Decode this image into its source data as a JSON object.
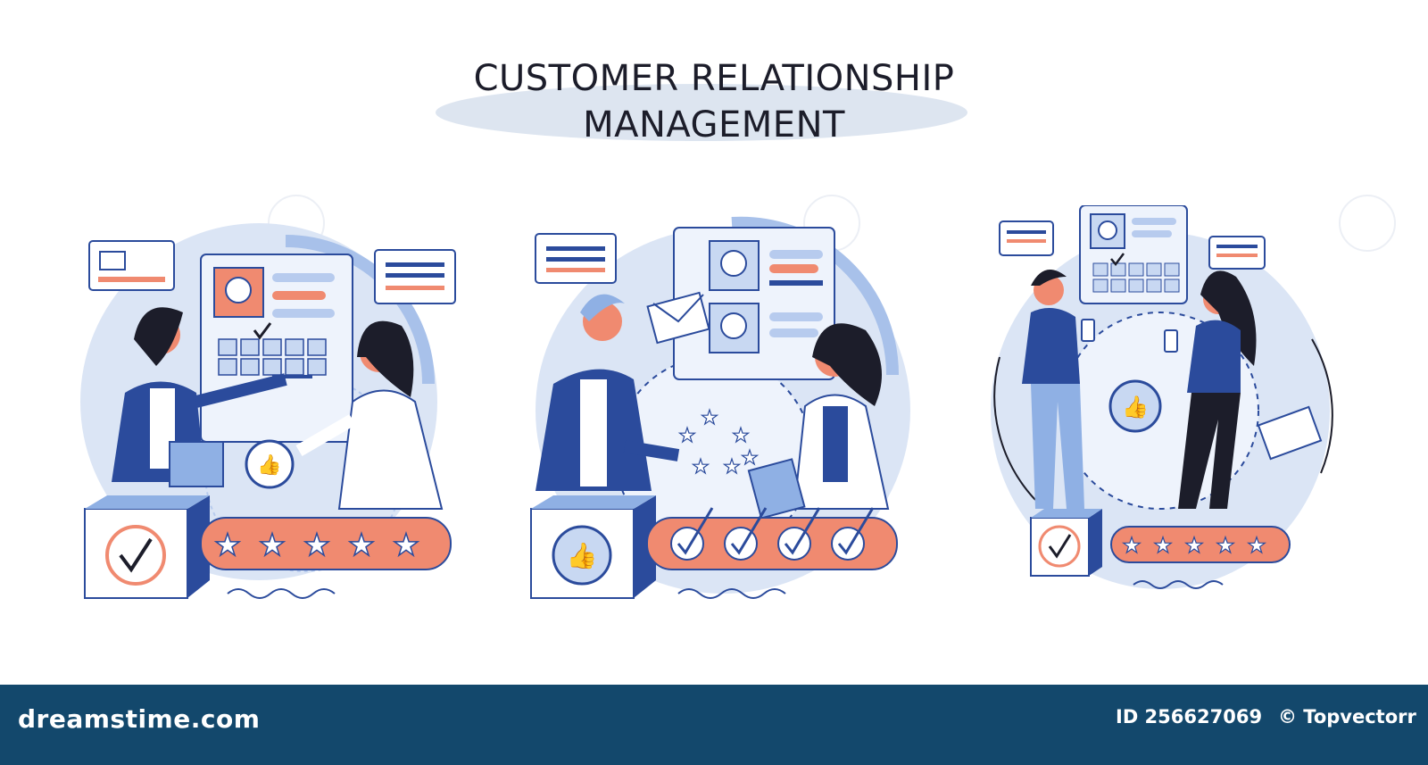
{
  "title": {
    "line1": "CUSTOMER RELATIONSHIP",
    "line2": "MANAGEMENT"
  },
  "footer": {
    "brand": "dreamstime.com",
    "image_id": "ID 256627069",
    "author": "© Topvectorr"
  },
  "colors": {
    "navy": "#2b4b9c",
    "light_blue": "#c8d8f2",
    "mid_blue": "#8fb0e4",
    "coral": "#f08a70",
    "dark": "#1c1d2a",
    "bar": "#13486c"
  },
  "scenes": [
    {
      "name": "scene-1",
      "rating_type": "stars",
      "rating": 5,
      "badge": "check"
    },
    {
      "name": "scene-2",
      "rating_type": "checks",
      "rating": 4,
      "badge": "thumbs-up"
    },
    {
      "name": "scene-3",
      "rating_type": "stars",
      "rating": 5,
      "badge": "check"
    }
  ]
}
